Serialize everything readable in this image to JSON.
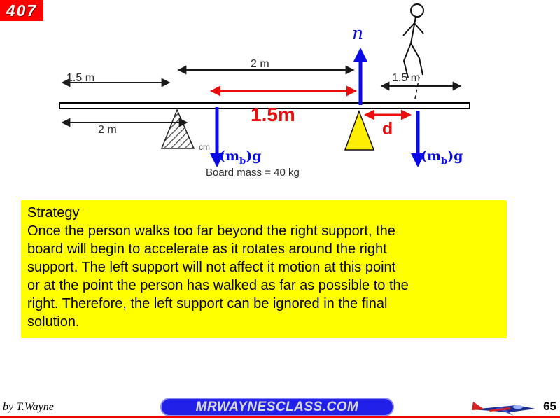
{
  "slide": {
    "badge": "407",
    "page_number": "65",
    "author": "by T.Wayne",
    "website": "MRWAYNESCLASS.COM"
  },
  "diagram": {
    "normal_label": "n",
    "dim_top": "2 m",
    "dim_left": "1.5 m",
    "dim_right": "1.5 m",
    "dim_lower_left": "2 m",
    "dim_red": "1.5m",
    "dim_d": "d",
    "cm_label": "cm",
    "board_mass_note": "Board mass = 40 kg",
    "weight_label": {
      "pre": "(m",
      "sub": "b",
      "post": ")g"
    },
    "colors": {
      "force_blue": "#0a0ae6",
      "dimension_red": "#e90d0d",
      "support_yellow": "#ffee00",
      "badge_red": "#ff0000",
      "strategy_yellow": "#ffff00"
    }
  },
  "strategy": {
    "title": "Strategy",
    "body": "Once the person walks too far beyond the right support, the\nboard will begin to accelerate as it rotates around the right\nsupport. The left support will not affect it motion at this point\nor at the point the person has walked as far as possible to the\nright. Therefore, the left support can be ignored in the final\nsolution."
  }
}
